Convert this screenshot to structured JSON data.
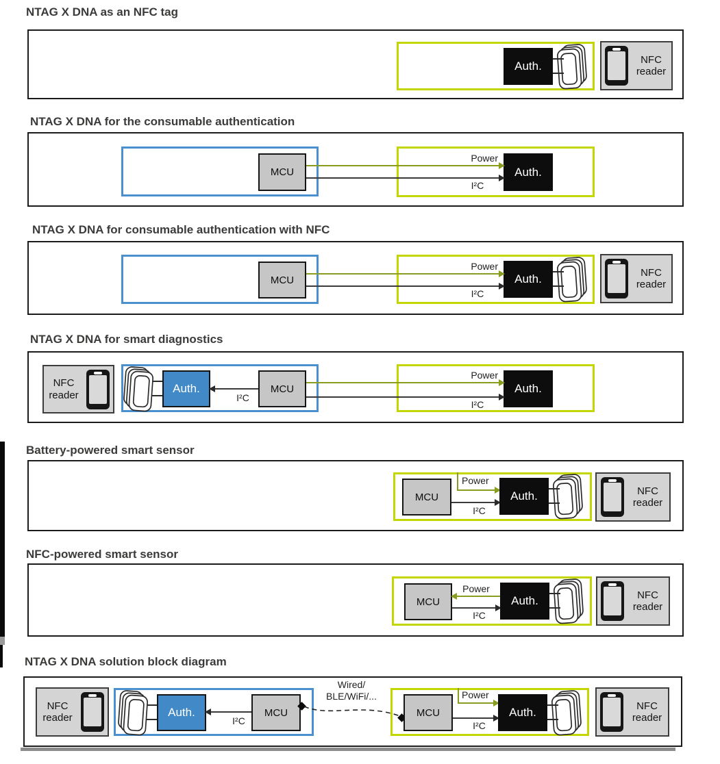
{
  "sections": [
    {
      "title": "NTAG X DNA as an NFC tag",
      "tag": {
        "auth": "Auth."
      },
      "reader": {
        "label": "NFC reader"
      }
    },
    {
      "title": "NTAG X DNA for the consumable authentication",
      "host": {
        "mcu": "MCU"
      },
      "signals": {
        "power": "Power",
        "i2c": "I²C"
      },
      "tag": {
        "auth": "Auth."
      }
    },
    {
      "title": "NTAG X DNA for consumable authentication with NFC",
      "host": {
        "mcu": "MCU"
      },
      "signals": {
        "power": "Power",
        "i2c": "I²C"
      },
      "tag": {
        "auth": "Auth."
      },
      "reader": {
        "label": "NFC reader"
      }
    },
    {
      "title": "NTAG X DNA for smart diagnostics",
      "reader": {
        "label": "NFC reader"
      },
      "host": {
        "auth": "Auth.",
        "i2c": "I²C",
        "mcu": "MCU"
      },
      "signals": {
        "power": "Power",
        "i2c": "I²C"
      },
      "tag": {
        "auth": "Auth."
      }
    },
    {
      "title": "Battery-powered smart sensor",
      "sensor": {
        "mcu": "MCU",
        "power": "Power",
        "i2c": "I²C",
        "auth": "Auth."
      },
      "reader": {
        "label": "NFC reader"
      }
    },
    {
      "title": "NFC-powered smart sensor",
      "sensor": {
        "mcu": "MCU",
        "power": "Power",
        "i2c": "I²C",
        "auth": "Auth."
      },
      "reader": {
        "label": "NFC reader"
      }
    },
    {
      "title": "NTAG X DNA solution block diagram",
      "reader_left": {
        "label": "NFC reader"
      },
      "host": {
        "auth": "Auth.",
        "i2c": "I²C",
        "mcu": "MCU"
      },
      "link": {
        "line1": "Wired/",
        "line2": "BLE/WiFi/..."
      },
      "sensor": {
        "mcu": "MCU",
        "power": "Power",
        "i2c": "I²C",
        "auth": "Auth."
      },
      "reader_right": {
        "label": "NFC reader"
      }
    }
  ],
  "colors": {
    "tag_outline_green": "#c3d600",
    "power_line_olive": "#8a9c20",
    "host_outline_blue": "#4a90ce",
    "auth_host_fill_blue": "#4189c7",
    "block_fill_gray": "#c6c6c6",
    "reader_fill_gray": "#d4d4d4",
    "auth_fill_black": "#0d0d0d",
    "outline_black": "#1a1a1a"
  }
}
